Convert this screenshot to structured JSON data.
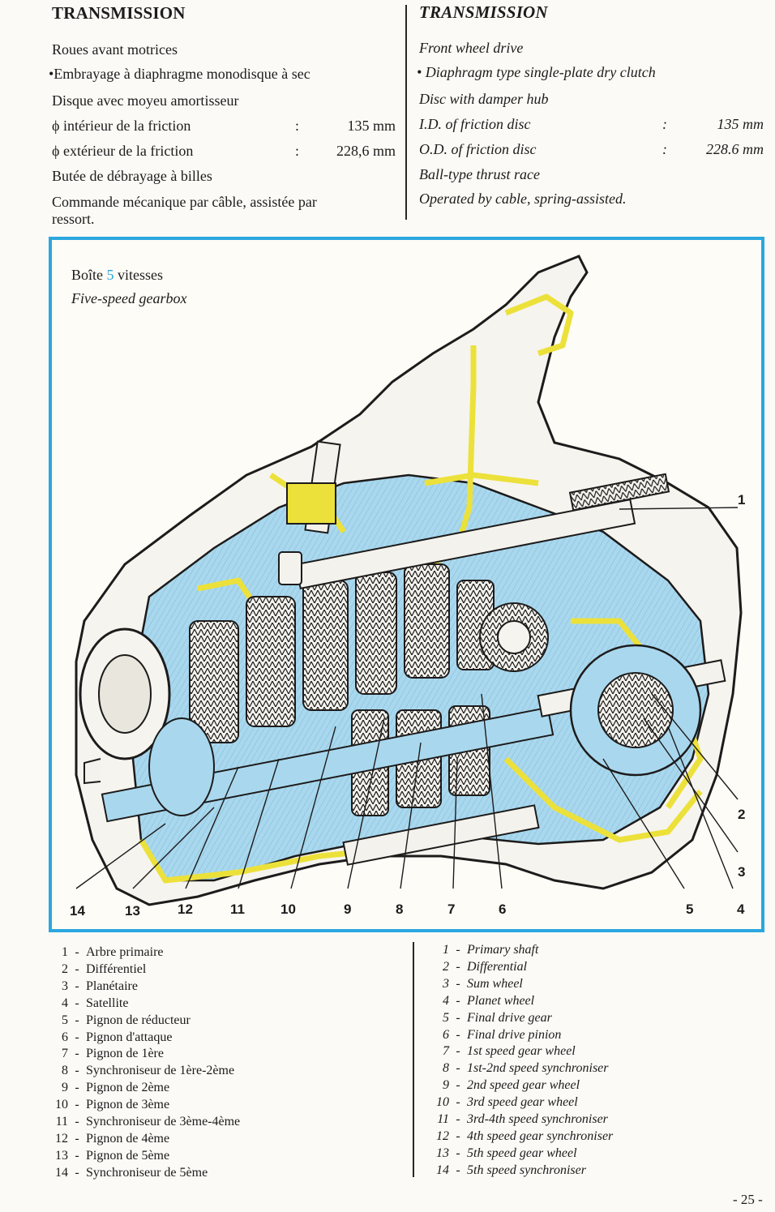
{
  "fr": {
    "title": "TRANSMISSION",
    "lines": [
      "Roues avant motrices",
      "•Embrayage à diaphragme monodisque à sec",
      "Disque avec moyeu amortisseur"
    ],
    "spec1": {
      "label": "ϕ  intérieur de la friction",
      "colon": ":",
      "value": "135 mm"
    },
    "spec2": {
      "label": "ϕ  extérieur de la friction",
      "colon": ":",
      "value": "228,6 mm"
    },
    "line_butee": "Butée de débrayage à billes",
    "line_cmd1": "Commande  mécanique  par  câble,  assistée  par",
    "line_cmd2": "ressort."
  },
  "en": {
    "title": "TRANSMISSION",
    "lines": [
      "Front wheel drive",
      "• Diaphragm type single-plate dry clutch",
      "Disc with damper hub"
    ],
    "spec1": {
      "label": "I.D. of friction disc",
      "colon": ":",
      "value": "135 mm"
    },
    "spec2": {
      "label": "O.D. of friction disc",
      "colon": ":",
      "value": "228.6 mm"
    },
    "line_butee": "Ball-type thrust race",
    "line_cmd1": "Operated by cable, spring-assisted."
  },
  "figure": {
    "caption_fr_prefix": "Boîte ",
    "caption_fr_num": "5",
    "caption_fr_suffix": " vitesses",
    "caption_en": "Five-speed gearbox",
    "callouts": [
      "1",
      "2",
      "3",
      "4",
      "5",
      "6",
      "7",
      "8",
      "9",
      "10",
      "11",
      "12",
      "13",
      "14"
    ],
    "colors": {
      "frame": "#2ba7df",
      "blue": "#a9d8ee",
      "yellow": "#ece13a",
      "ink": "#1d1b1b"
    }
  },
  "legend_fr": [
    {
      "n": "1",
      "label": "Arbre primaire"
    },
    {
      "n": "2",
      "label": "Différentiel"
    },
    {
      "n": "3",
      "label": "Planétaire"
    },
    {
      "n": "4",
      "label": "Satellite"
    },
    {
      "n": "5",
      "label": "Pignon de réducteur"
    },
    {
      "n": "6",
      "label": "Pignon d'attaque"
    },
    {
      "n": "7",
      "label": "Pignon de 1ère"
    },
    {
      "n": "8",
      "label": "Synchroniseur de 1ère-2ème"
    },
    {
      "n": "9",
      "label": "Pignon de 2ème"
    },
    {
      "n": "10",
      "label": "Pignon de 3ème"
    },
    {
      "n": "11",
      "label": "Synchroniseur de 3ème-4ème"
    },
    {
      "n": "12",
      "label": "Pignon de 4ème"
    },
    {
      "n": "13",
      "label": "Pignon de 5ème"
    },
    {
      "n": "14",
      "label": "Synchroniseur de 5ème"
    }
  ],
  "legend_en": [
    {
      "n": "1",
      "label": "Primary shaft"
    },
    {
      "n": "2",
      "label": "Differential"
    },
    {
      "n": "3",
      "label": "Sum wheel"
    },
    {
      "n": "4",
      "label": "Planet wheel"
    },
    {
      "n": "5",
      "label": "Final drive gear"
    },
    {
      "n": "6",
      "label": "Final drive pinion"
    },
    {
      "n": "7",
      "label": "1st speed gear wheel"
    },
    {
      "n": "8",
      "label": "1st-2nd speed synchroniser"
    },
    {
      "n": "9",
      "label": "2nd speed gear wheel"
    },
    {
      "n": "10",
      "label": "3rd speed gear wheel"
    },
    {
      "n": "11",
      "label": "3rd-4th speed synchroniser"
    },
    {
      "n": "12",
      "label": "4th speed gear synchroniser"
    },
    {
      "n": "13",
      "label": "5th speed gear wheel"
    },
    {
      "n": "14",
      "label": "5th speed synchroniser"
    }
  ],
  "page_number": "- 25 -"
}
